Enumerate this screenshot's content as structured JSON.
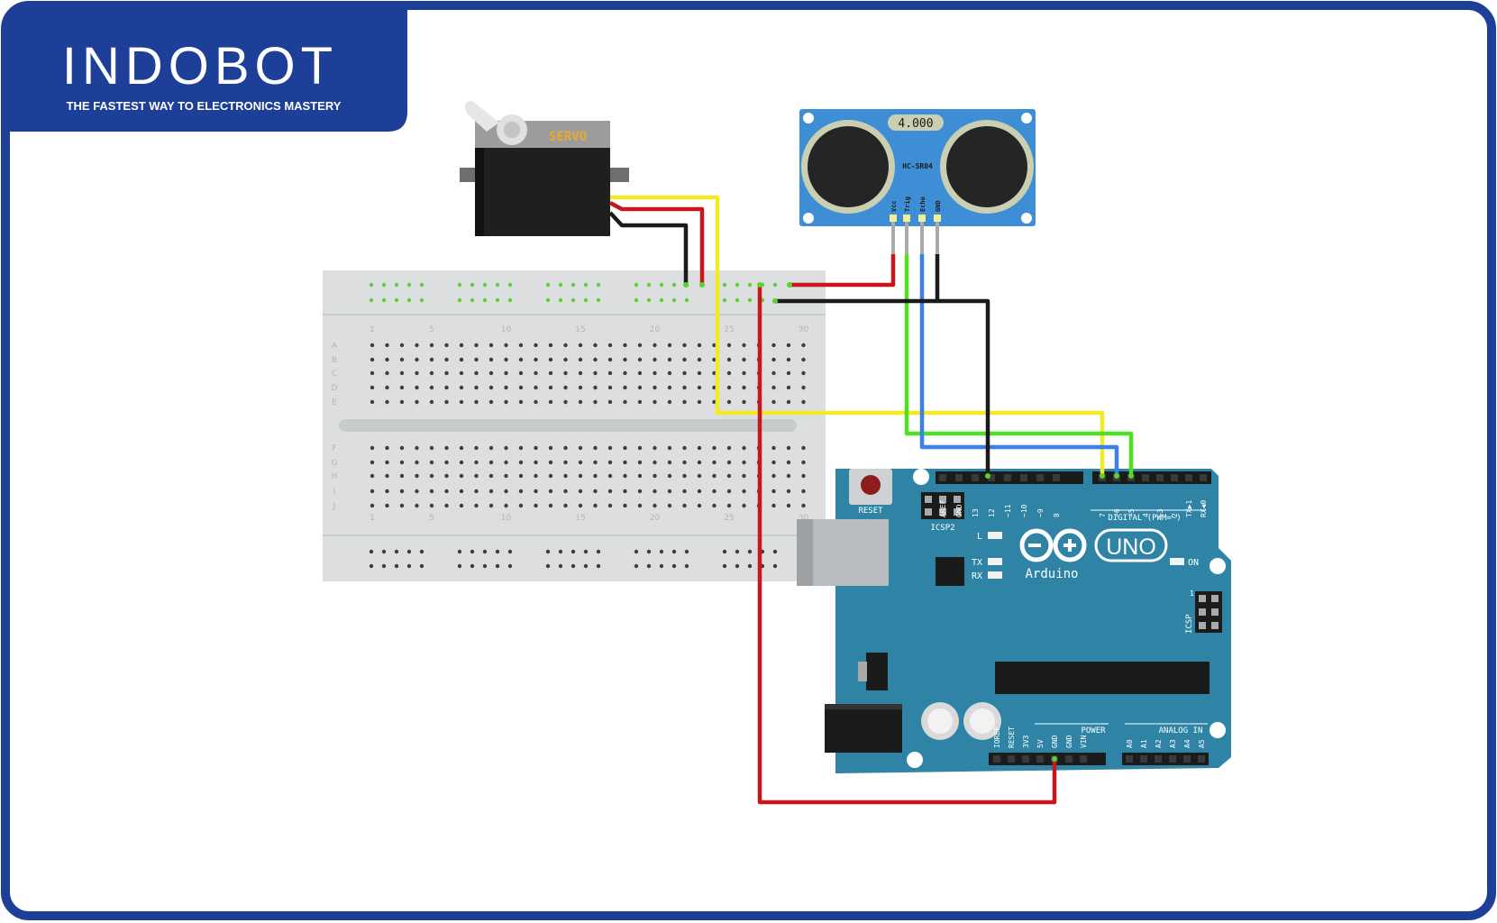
{
  "brand": {
    "logo_text": "INDOBOT",
    "tagline": "THE FASTEST WAY TO ELECTRONICS MASTERY"
  },
  "servo": {
    "label": "SERVO"
  },
  "sensor": {
    "display": "4.000",
    "model": "HC-SR04",
    "pins": [
      "Vcc",
      "Trig",
      "Echo",
      "GND"
    ]
  },
  "breadboard": {
    "column_numbers": [
      "1",
      "5",
      "10",
      "15",
      "20",
      "25",
      "30"
    ],
    "row_letters_top": [
      "A",
      "B",
      "C",
      "D",
      "E"
    ],
    "row_letters_bottom": [
      "F",
      "G",
      "H",
      "I",
      "J"
    ]
  },
  "arduino": {
    "brand": "Arduino",
    "model": "UNO",
    "reset_label": "RESET",
    "icsp2_label": "ICSP2",
    "icsp_label": "ICSP",
    "icsp_pin1": "1",
    "digital_label": "DIGITAL (PWM=~)",
    "power_label": "POWER",
    "analog_label": "ANALOG IN",
    "on_label": "ON",
    "l_label": "L",
    "tx_label": "TX",
    "rx_label": "RX",
    "digital_pins": [
      "AREF",
      "GND",
      "13",
      "12",
      "~11",
      "~10",
      "~9",
      "8",
      "7",
      "~6",
      "~5",
      "4",
      "~3",
      "2",
      "TX▶1",
      "RX◀0"
    ],
    "power_pins": [
      "IOREF",
      "RESET",
      "3V3",
      "5V",
      "GND",
      "GND",
      "VIN"
    ],
    "analog_pins": [
      "A0",
      "A1",
      "A2",
      "A3",
      "A4",
      "A5"
    ]
  },
  "colors": {
    "brand_blue": "#1d3f97",
    "arduino_teal": "#2f84a6",
    "sensor_blue": "#3e8ed6",
    "wire_red": "#c8161d",
    "wire_black": "#1a1a1a",
    "wire_yellow": "#f2ea24",
    "wire_green": "#4fe021",
    "wire_blue": "#3b7fe8"
  }
}
